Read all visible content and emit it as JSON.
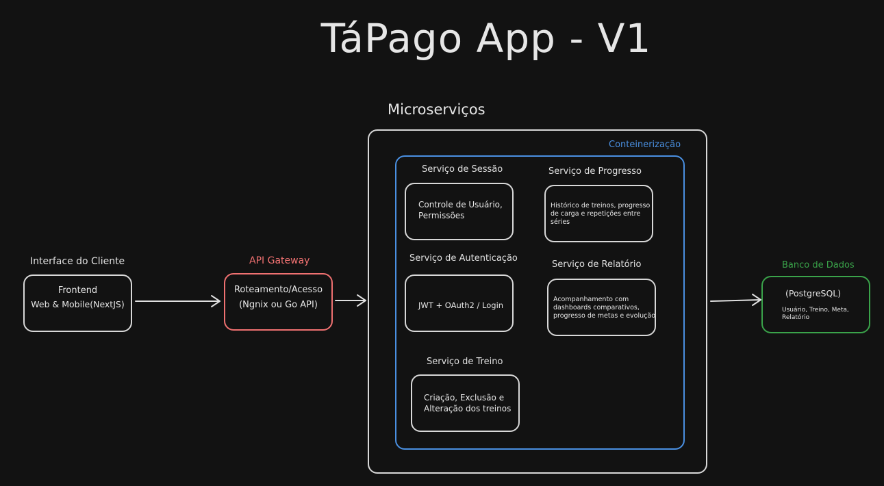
{
  "title": "TáPago App - V1",
  "colors": {
    "background": "#121212",
    "stroke": "#d8d8d8",
    "gateway": "#f07171",
    "container": "#4a90e2",
    "database": "#3aa34a"
  },
  "client": {
    "heading": "Interface do Cliente",
    "line1": "Frontend",
    "line2": "Web & Mobile(NextJS)"
  },
  "gateway": {
    "heading": "API Gateway",
    "line1": "Roteamento/Acesso",
    "line2": "(Ngnix ou Go API)"
  },
  "microservices": {
    "heading": "Microserviços",
    "container_label": "Conteinerização",
    "sessao": {
      "heading": "Serviço de Sessão",
      "text": "Controle de Usuário, Permissões"
    },
    "progresso": {
      "heading": "Serviço de Progresso",
      "text": "Histórico de treinos, progresso de carga e repetições entre séries"
    },
    "autenticacao": {
      "heading": "Serviço de Autenticação",
      "text": "JWT + OAuth2 / Login"
    },
    "relatorio": {
      "heading": "Serviço de Relatório",
      "text": "Acompanhamento com dashboards comparativos, progresso de metas e evolução"
    },
    "treino": {
      "heading": "Serviço de Treino",
      "text": "Criação, Exclusão e Alteração dos treinos"
    }
  },
  "database": {
    "heading": "Banco de Dados",
    "line1": "(PostgreSQL)",
    "line2": "Usuário, Treino, Meta, Relatório"
  }
}
